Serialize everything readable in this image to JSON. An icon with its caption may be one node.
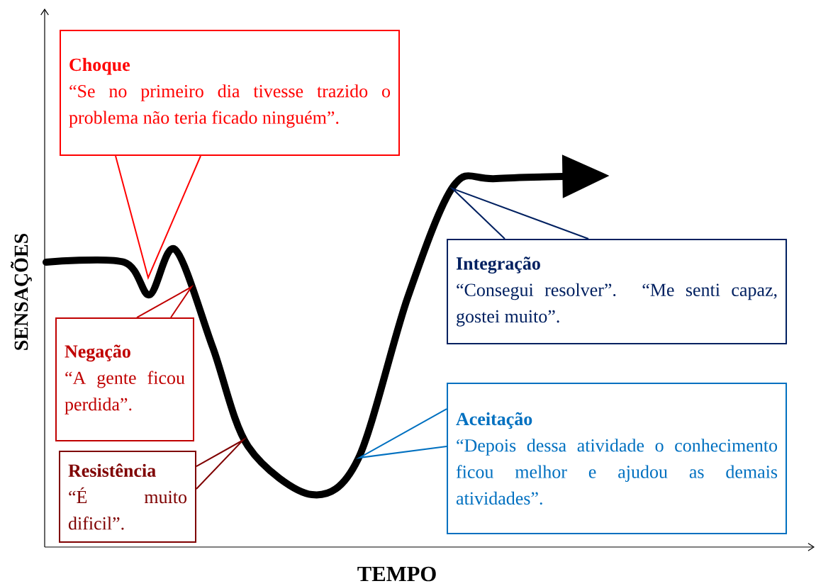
{
  "diagram": {
    "nodes": [
      {
        "text": [
          "Choque",
          "“Se no primeiro dia tivesse trazido o problema não teria ficado ninguém”."
        ]
      },
      {
        "text": [
          "Negação",
          "“A gente ficou perdida”."
        ]
      },
      {
        "text": [
          "Resistência",
          "“É muito dificil”."
        ]
      },
      {
        "text": [
          "Integração",
          "“Consegui resolver”. “Me senti capaz, gostei muito”."
        ]
      },
      {
        "text": [
          "Aceitação",
          "“Depois dessa atividade o conhecimento ficou melhor e ajudou as demais atividades”."
        ]
      }
    ],
    "edges": [
      {
        "from": 0,
        "to": null,
        "arrow": "none",
        "color": "#ff0000"
      },
      {
        "from": 1,
        "to": null,
        "arrow": "none",
        "color": "#c00000"
      },
      {
        "from": 2,
        "to": null,
        "arrow": "none",
        "color": "#7f0000"
      },
      {
        "from": 3,
        "to": null,
        "arrow": "none",
        "color": "#002060"
      },
      {
        "from": 4,
        "to": null,
        "arrow": "none",
        "color": "#0070c0"
      }
    ],
    "labels": [
      "SENSAÇÕES",
      "TEMPO"
    ]
  }
}
